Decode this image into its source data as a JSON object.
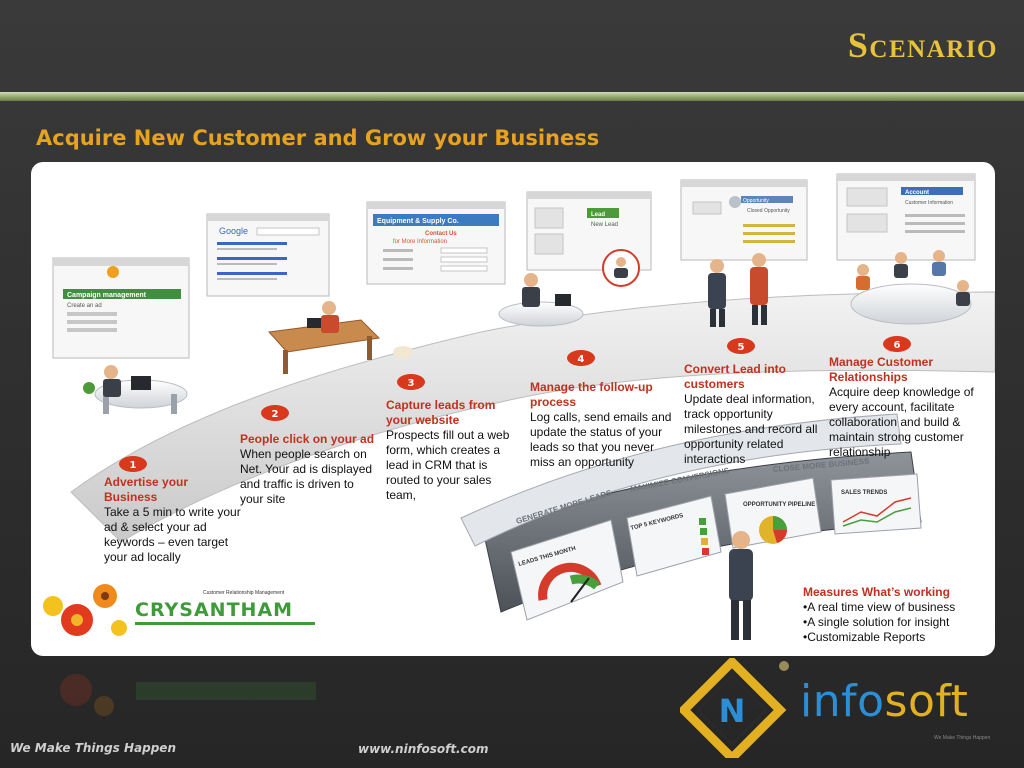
{
  "title": "Scenario",
  "subtitle": "Acquire New Customer and Grow your Business",
  "steps": [
    {
      "number": "1",
      "heading": "Advertise your Business",
      "body": "Take a 5 min to write your ad & select your ad keywords – even target your ad locally"
    },
    {
      "number": "2",
      "heading": "People click on your ad",
      "body": "When people search on Net. Your ad is displayed and traffic is driven to your site"
    },
    {
      "number": "3",
      "heading": "Capture leads from your website",
      "body": "Prospects fill out a web form, which creates a lead in CRM that is routed to your sales team,"
    },
    {
      "number": "4",
      "heading": "Manage the follow-up process",
      "body": "Log calls, send emails and update the status of your leads so that you never miss an opportunity"
    },
    {
      "number": "5",
      "heading": "Convert Lead into customers",
      "body": "Update deal information, track opportunity milestones and record all opportunity related interactions"
    },
    {
      "number": "6",
      "heading": "Manage Customer Relationships",
      "body": "Acquire deep knowledge of every account, facilitate collaboration and build & maintain strong customer relationship"
    }
  ],
  "measures": {
    "heading": "Measures What’s working",
    "items": [
      "•A real time view of business",
      "•A single solution for insight",
      "•Customizable Reports"
    ]
  },
  "screens": {
    "campaign_bar": "Campaign management",
    "campaign_sub": "Create an ad",
    "google": "Google",
    "equipment": "Equipment & Supply Co.",
    "contact_us": "Contact Us",
    "more_info": "for More Information",
    "lead": "Lead",
    "new_lead": "New Lead",
    "opportunity": "Opportunity",
    "closed_opportunity": "Closed Opportunity",
    "account": "Account",
    "customer_information": "Customer Information"
  },
  "track": {
    "generate": "GENERATE MORE LEADS",
    "maximize": "MAXIMIZE CONVERSIONS",
    "close": "CLOSE MORE BUSINESS"
  },
  "dashboard": {
    "leads_month": "LEADS THIS MONTH",
    "top_keywords": "TOP 5 KEYWORDS",
    "pipeline": "OPPORTUNITY PIPELINE",
    "sales_trends": "SALES TRENDS"
  },
  "brand": {
    "crm_caption": "Customer Relationship Management",
    "crysantham": "CRYSANTHAM",
    "infosoft_a": "info",
    "infosoft_b": "soft",
    "n_letter": "N",
    "tagline_small": "We Make Things Happen"
  },
  "footer": {
    "slogan": "We Make Things Happen",
    "website": "www.ninfosoft.com"
  },
  "colors": {
    "title": "#e8c339",
    "subtitle": "#e7a21f",
    "step_heading": "#c0311e",
    "badge": "#d8381c",
    "brand_blue": "#2a8fd6",
    "brand_gold": "#e2b020"
  }
}
